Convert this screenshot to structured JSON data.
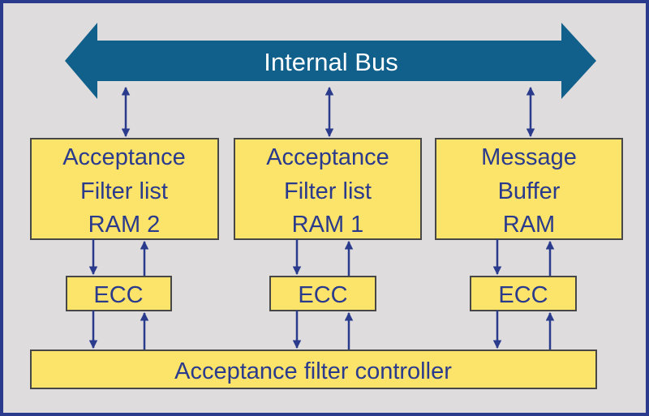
{
  "diagram": {
    "bus_label": "Internal Bus",
    "blocks": [
      {
        "lines": [
          "Acceptance",
          "Filter list",
          "RAM 2"
        ]
      },
      {
        "lines": [
          "Acceptance",
          "Filter list",
          "RAM 1"
        ]
      },
      {
        "lines": [
          "Message",
          "Buffer",
          "RAM"
        ]
      }
    ],
    "ecc_label": "ECC",
    "controller_label": "Acceptance filter controller",
    "colors": {
      "background": "#dedcdc",
      "frame": "#2a3a8c",
      "bus": "#11608c",
      "bus_text": "#ffffff",
      "block_fill": "#fce36a",
      "block_stroke": "#474747",
      "arrow": "#2a3a8c",
      "text": "#2a3a8c"
    }
  }
}
